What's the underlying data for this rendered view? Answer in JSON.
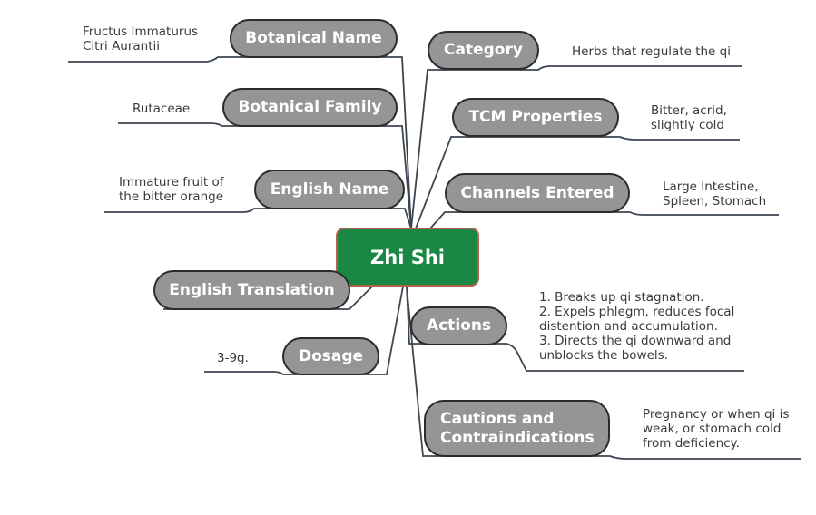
{
  "center": {
    "label": "Zhi Shi"
  },
  "left_branches": [
    {
      "id": "botanical-name",
      "label": "Botanical Name",
      "note": "Fructus Immaturus\nCitri Aurantii"
    },
    {
      "id": "botanical-family",
      "label": "Botanical Family",
      "note": "Rutaceae"
    },
    {
      "id": "english-name",
      "label": "English Name",
      "note": "Immature fruit of\nthe bitter orange"
    },
    {
      "id": "english-translation",
      "label": "English Translation",
      "note": ""
    },
    {
      "id": "dosage",
      "label": "Dosage",
      "note": "3-9g."
    }
  ],
  "right_branches": [
    {
      "id": "category",
      "label": "Category",
      "note": "Herbs that regulate the qi"
    },
    {
      "id": "tcm-properties",
      "label": "TCM Properties",
      "note": "Bitter, acrid,\nslightly cold"
    },
    {
      "id": "channels-entered",
      "label": "Channels Entered",
      "note": "Large Intestine,\nSpleen, Stomach"
    },
    {
      "id": "actions",
      "label": "Actions",
      "note": "1. Breaks up qi stagnation.\n2. Expels phlegm, reduces focal\ndistention and accumulation.\n3. Directs the qi downward and\nunblocks the bowels."
    },
    {
      "id": "cautions",
      "label": "Cautions and\nContraindications",
      "note": "Pregnancy or when qi is\nweak, or stomach cold\nfrom deficiency."
    }
  ],
  "colors": {
    "center_fill": "#1a8745",
    "center_border": "#b3634a",
    "pill_fill": "#959595",
    "line": "#3c4650"
  }
}
